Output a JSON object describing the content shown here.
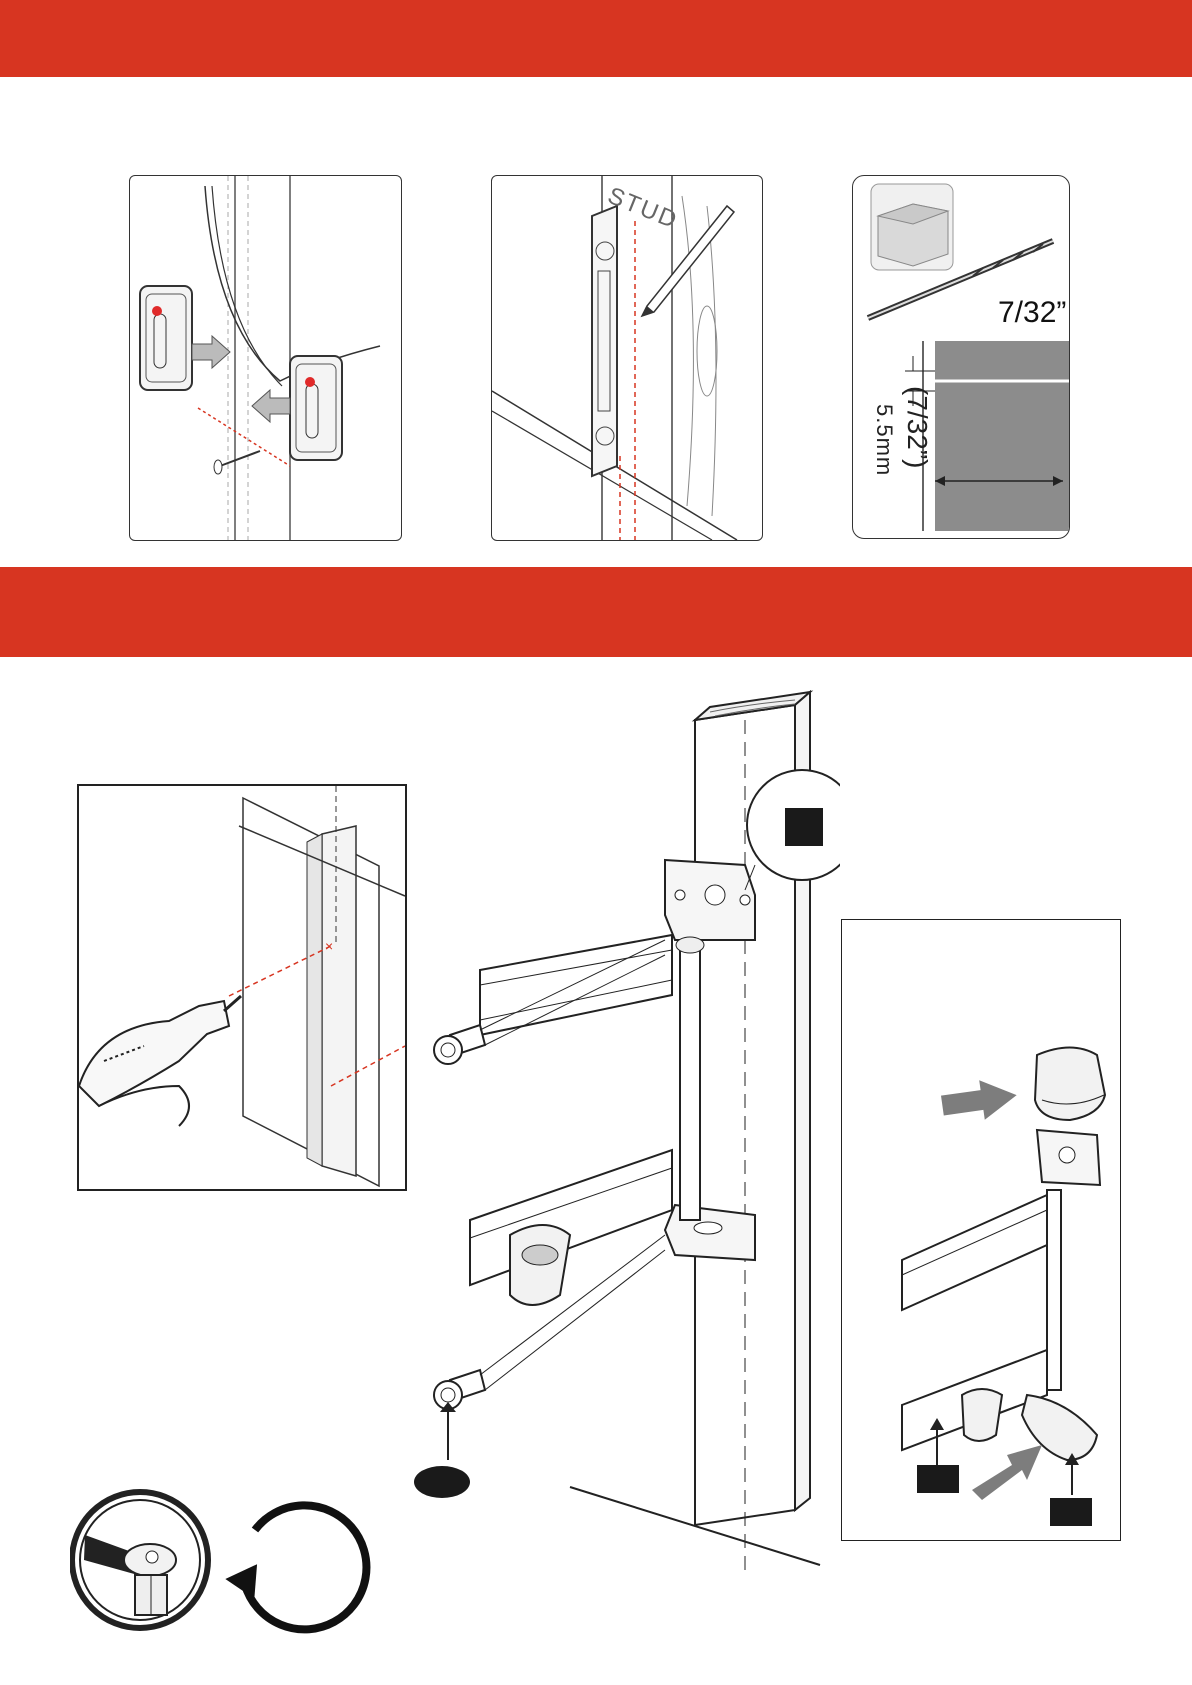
{
  "header": {
    "accent_color": "#d73521"
  },
  "stud_finder_panel": {
    "icons": [
      "stud-finder-icon",
      "nail-icon",
      "arrow-icon"
    ]
  },
  "stud_mark_panel": {
    "stud_label": "STUD",
    "icons": [
      "pencil-icon",
      "bracket-icon"
    ]
  },
  "drill_bit_panel": {
    "bit_size": "7/32”",
    "depth_fraction": "(7/32”)",
    "depth_metric": "5.5mm",
    "icons": [
      "wood-block-icon",
      "drill-bit-icon"
    ]
  },
  "drill_box": {
    "icons": [
      "power-drill-icon"
    ]
  },
  "mount_assembly": {
    "icons": [
      "wall-plate-icon",
      "lag-bolt-icon",
      "stud-post-icon"
    ]
  },
  "cover_box": {
    "icons": [
      "cover-cap-icon",
      "arrow-icon"
    ]
  },
  "wrench_icons": {
    "icons": [
      "socket-wrench-icon",
      "rotate-clockwise-icon"
    ]
  }
}
